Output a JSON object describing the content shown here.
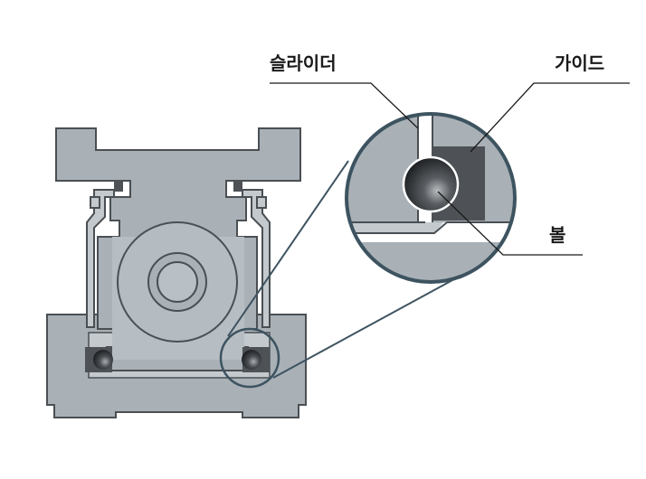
{
  "labels": {
    "slider": "슬라이더",
    "guide": "가이드",
    "ball": "볼"
  },
  "colors": {
    "body_fill": "#a9b1b7",
    "body_light": "#c3c9cd",
    "outline": "#4a4f53",
    "guide_block": "#4e5256",
    "magnifier_ring": "#3d5360",
    "leader_line": "#1a1a1a"
  }
}
